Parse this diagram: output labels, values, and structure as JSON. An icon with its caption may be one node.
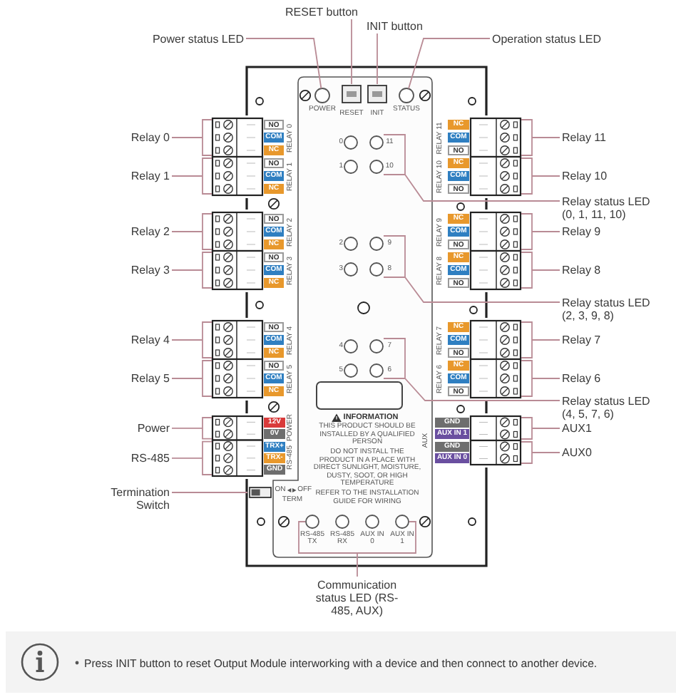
{
  "diagram": {
    "nodes": [
      {
        "text": [
          "Power status LED"
        ]
      },
      {
        "text": [
          "RESET button"
        ]
      },
      {
        "text": [
          "INIT button"
        ]
      },
      {
        "text": [
          "Operation status LED"
        ]
      },
      {
        "text": [
          "Relay 0"
        ]
      },
      {
        "text": [
          "Relay 1"
        ]
      },
      {
        "text": [
          "Relay 2"
        ]
      },
      {
        "text": [
          "Relay 3"
        ]
      },
      {
        "text": [
          "Relay 4"
        ]
      },
      {
        "text": [
          "Relay 5"
        ]
      },
      {
        "text": [
          "Power"
        ]
      },
      {
        "text": [
          "RS-485"
        ]
      },
      {
        "text": [
          "Termination Switch"
        ]
      },
      {
        "text": [
          "Relay 11"
        ]
      },
      {
        "text": [
          "Relay 10"
        ]
      },
      {
        "text": [
          "Relay status LED (0, 1, 11, 10)"
        ]
      },
      {
        "text": [
          "Relay 9"
        ]
      },
      {
        "text": [
          "Relay 8"
        ]
      },
      {
        "text": [
          "Relay status LED (2, 3, 9, 8)"
        ]
      },
      {
        "text": [
          "Relay 7"
        ]
      },
      {
        "text": [
          "Relay 6"
        ]
      },
      {
        "text": [
          "Relay status LED (4, 5, 7, 6)"
        ]
      },
      {
        "text": [
          "AUX1"
        ]
      },
      {
        "text": [
          "AUX0"
        ]
      },
      {
        "text": [
          "Communication status LED (RS-485, AUX)"
        ]
      },
      {
        "text": [],
        "shape": "circle",
        "beside": [
          "POWER"
        ]
      },
      {
        "text": [],
        "shape": "box",
        "beside": [
          "RESET"
        ]
      },
      {
        "text": [],
        "shape": "box",
        "beside": [
          "INIT"
        ]
      },
      {
        "text": [],
        "shape": "circle",
        "beside": [
          "STATUS"
        ]
      },
      {
        "text": [],
        "shape": "picture",
        "beside": [
          "NO",
          "COM",
          "NC"
        ]
      },
      {
        "text": [],
        "shape": "picture",
        "beside": [
          "NO",
          "COM",
          "NC"
        ]
      },
      {
        "text": [],
        "shape": "picture",
        "beside": [
          "NO",
          "COM",
          "NC"
        ]
      },
      {
        "text": [],
        "shape": "picture",
        "beside": [
          "NO",
          "COM",
          "NC"
        ]
      },
      {
        "text": [],
        "shape": "picture",
        "beside": [
          "NO",
          "COM",
          "NC"
        ]
      },
      {
        "text": [],
        "shape": "picture",
        "beside": [
          "NO",
          "COM",
          "NC"
        ]
      },
      {
        "text": [],
        "shape": "picture",
        "beside": [
          "12V",
          "0V"
        ]
      },
      {
        "text": [],
        "shape": "picture",
        "beside": [
          "TRX+",
          "TRX-",
          "GND"
        ]
      },
      {
        "text": [],
        "shape": "box",
        "beside": [
          "ON",
          "OFF",
          "TERM"
        ]
      },
      {
        "text": [],
        "shape": "picture",
        "beside": [
          "NC",
          "COM",
          "NO"
        ]
      },
      {
        "text": [],
        "shape": "picture",
        "beside": [
          "NC",
          "COM",
          "NO"
        ]
      },
      {
        "text": [],
        "shape": "circle",
        "beside": [
          "0",
          "11",
          "1",
          "10"
        ]
      },
      {
        "text": [],
        "shape": "picture",
        "beside": [
          "NC",
          "COM",
          "NO"
        ]
      },
      {
        "text": [],
        "shape": "picture",
        "beside": [
          "NC",
          "COM",
          "NO"
        ]
      },
      {
        "text": [],
        "shape": "circle",
        "beside": [
          "2",
          "9",
          "3",
          "8"
        ]
      },
      {
        "text": [],
        "shape": "picture",
        "beside": [
          "NC",
          "COM",
          "NO"
        ]
      },
      {
        "text": [],
        "shape": "picture",
        "beside": [
          "NC",
          "COM",
          "NO"
        ]
      },
      {
        "text": [],
        "shape": "circle",
        "beside": [
          "4",
          "7",
          "5",
          "6"
        ]
      },
      {
        "text": [],
        "shape": "picture",
        "beside": [
          "GND",
          "AUX IN 1"
        ]
      },
      {
        "text": [],
        "shape": "picture",
        "beside": [
          "GND",
          "AUX IN 0"
        ]
      },
      {
        "text": [],
        "shape": "circle",
        "beside": [
          "RS-485 TX",
          "RS-485 RX",
          "AUX IN 0",
          "AUX IN 1"
        ]
      }
    ],
    "edges": [
      {
        "from": 0,
        "to": 25,
        "arrow": "none"
      },
      {
        "from": 1,
        "to": 26,
        "arrow": "none"
      },
      {
        "from": 2,
        "to": 27,
        "arrow": "none"
      },
      {
        "from": 3,
        "to": 28,
        "arrow": "none"
      },
      {
        "from": 4,
        "to": 29,
        "arrow": "none"
      },
      {
        "from": 5,
        "to": 30,
        "arrow": "none"
      },
      {
        "from": 6,
        "to": 31,
        "arrow": "none"
      },
      {
        "from": 7,
        "to": 32,
        "arrow": "none"
      },
      {
        "from": 8,
        "to": 33,
        "arrow": "none"
      },
      {
        "from": 9,
        "to": 34,
        "arrow": "none"
      },
      {
        "from": 10,
        "to": 35,
        "arrow": "none"
      },
      {
        "from": 11,
        "to": 36,
        "arrow": "none"
      },
      {
        "from": 12,
        "to": 37,
        "arrow": "none"
      },
      {
        "from": 13,
        "to": 38,
        "arrow": "none"
      },
      {
        "from": 14,
        "to": 39,
        "arrow": "none"
      },
      {
        "from": 15,
        "to": 40,
        "arrow": "none"
      },
      {
        "from": 16,
        "to": 41,
        "arrow": "none"
      },
      {
        "from": 17,
        "to": 42,
        "arrow": "none"
      },
      {
        "from": 18,
        "to": 43,
        "arrow": "none"
      },
      {
        "from": 19,
        "to": 44,
        "arrow": "none"
      },
      {
        "from": 20,
        "to": 45,
        "arrow": "none"
      },
      {
        "from": 21,
        "to": 46,
        "arrow": "none"
      },
      {
        "from": 22,
        "to": 47,
        "arrow": "none"
      },
      {
        "from": 23,
        "to": 48,
        "arrow": "none"
      },
      {
        "from": 24,
        "to": 49,
        "arrow": "none"
      }
    ],
    "labels": [
      "RELAY 0",
      "RELAY 1",
      "RELAY 2",
      "RELAY 3",
      "RELAY 4",
      "RELAY 5",
      "POWER",
      "RS-485",
      "RELAY 11",
      "RELAY 10",
      "RELAY 9",
      "RELAY 8",
      "RELAY 7",
      "RELAY 6",
      "AUX",
      "INFORMATION",
      "THIS PRODUCT SHOULD BE INSTALLED BY A QUALIFIED PERSON",
      "DO NOT INSTALL THE PRODUCT IN A PLACE WITH DIRECT SUNLIGHT, MOISTURE, DUSTY, SOOT, OR HIGH TEMPERATURE",
      "REFER TO THE INSTALLATION GUIDE FOR WIRING",
      "Press INIT button to reset Output Module interworking with a device and then connect to another device."
    ]
  }
}
